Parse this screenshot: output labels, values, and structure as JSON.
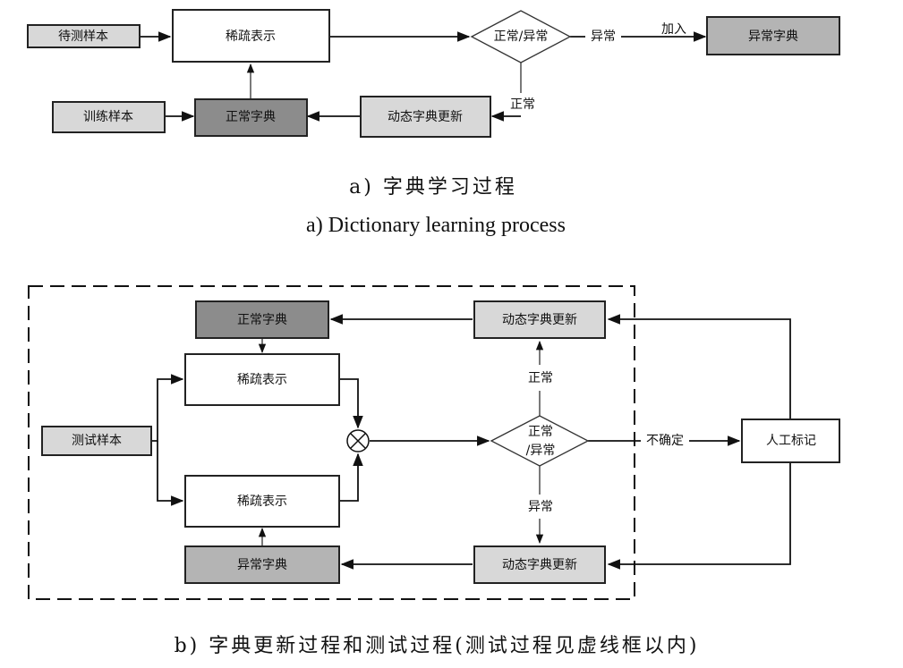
{
  "diagram_a": {
    "nodes": {
      "test_sample": "待测样本",
      "sparse_repr": "稀疏表示",
      "decision": "正常/异常",
      "abnormal_dict": "异常字典",
      "train_sample": "训练样本",
      "normal_dict": "正常字典",
      "dynamic_update": "动态字典更新"
    },
    "edge_labels": {
      "abnormal": "异常",
      "add": "加入",
      "normal": "正常"
    },
    "caption_cn": "a) 字典学习过程",
    "caption_en": "a) Dictionary learning process"
  },
  "diagram_b": {
    "nodes": {
      "normal_dict": "正常字典",
      "dynamic_update_top": "动态字典更新",
      "sparse_repr_top": "稀疏表示",
      "test_sample": "测试样本",
      "decision_line1": "正常",
      "decision_line2": "/异常",
      "manual_label": "人工标记",
      "sparse_repr_bottom": "稀疏表示",
      "abnormal_dict": "异常字典",
      "dynamic_update_bottom": "动态字典更新"
    },
    "edge_labels": {
      "normal": "正常",
      "abnormal": "异常",
      "uncertain": "不确定"
    },
    "caption_cn": "b) 字典更新过程和测试过程(测试过程见虚线框以内)"
  },
  "icons": {
    "combine": "circle-times-icon"
  }
}
